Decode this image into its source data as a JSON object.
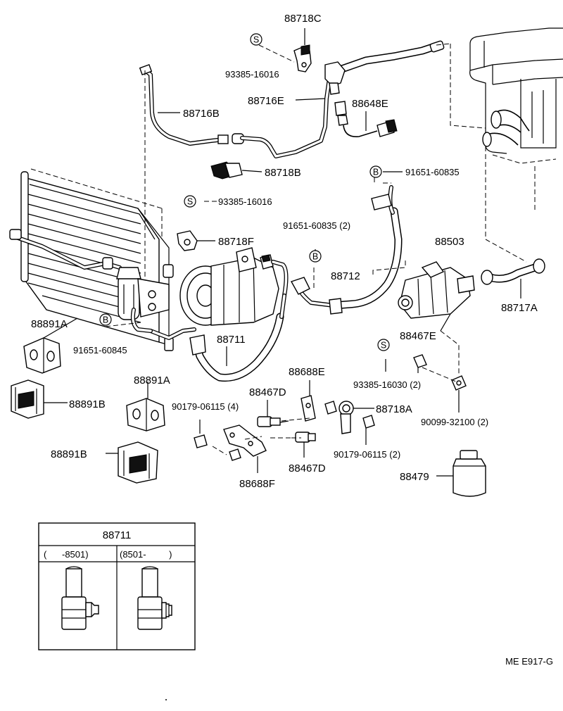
{
  "callouts": {
    "p88718C": "88718C",
    "p93385_16016_top": "93385-16016",
    "p88716E": "88716E",
    "p88648E": "88648E",
    "p88716B": "88716B",
    "p88718B": "88718B",
    "p93385_16016_mid": "93385-16016",
    "p91651_60835_right": "91651-60835",
    "p91651_60835_2": "91651-60835 (2)",
    "p88718F": "88718F",
    "p88503": "88503",
    "p88712": "88712",
    "p88717A": "88717A",
    "p88891A_left": "88891A",
    "p91651_60845": "91651-60845",
    "p88711": "88711",
    "p88467E": "88467E",
    "p93385_16030": "93385-16030 (2)",
    "p88688E": "88688E",
    "p88891B_top": "88891B",
    "p88891A_mid": "88891A",
    "p90179_06115_4": "90179-06115 (4)",
    "p88467D_top": "88467D",
    "p88718A": "88718A",
    "p90099_32100": "90099-32100 (2)",
    "p90179_06115_2": "90179-06115 (2)",
    "p88891B_bottom": "88891B",
    "p88467D_bottom": "88467D",
    "p88688F": "88688F",
    "p88479": "88479"
  },
  "symbols": {
    "s": "S",
    "b": "B"
  },
  "inset": {
    "title": "88711",
    "col_left": "(      -8501)",
    "col_right": "(8501-         )"
  },
  "figure_code": "ME E917-G"
}
